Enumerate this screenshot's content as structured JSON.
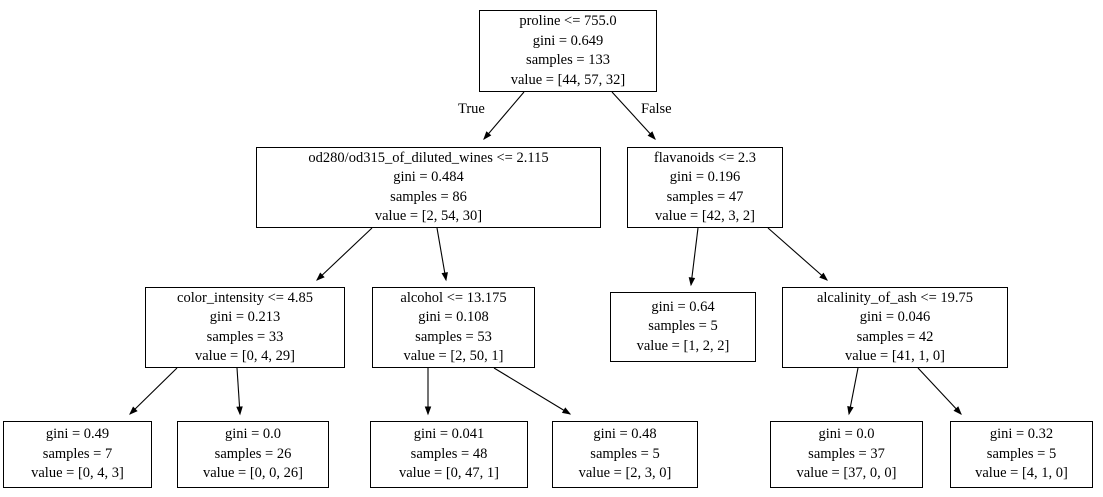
{
  "tree": {
    "edge_labels": {
      "true": "True",
      "false": "False"
    },
    "nodes": {
      "root": {
        "lines": [
          "proline <= 755.0",
          "gini = 0.649",
          "samples = 133",
          "value = [44, 57, 32]"
        ]
      },
      "od280": {
        "lines": [
          "od280/od315_of_diluted_wines <= 2.115",
          "gini = 0.484",
          "samples = 86",
          "value = [2, 54, 30]"
        ]
      },
      "flavanoids": {
        "lines": [
          "flavanoids <= 2.3",
          "gini = 0.196",
          "samples = 47",
          "value = [42, 3, 2]"
        ]
      },
      "color_intensity": {
        "lines": [
          "color_intensity <= 4.85",
          "gini = 0.213",
          "samples = 33",
          "value = [0, 4, 29]"
        ]
      },
      "alcohol": {
        "lines": [
          "alcohol <= 13.175",
          "gini = 0.108",
          "samples = 53",
          "value = [2, 50, 1]"
        ]
      },
      "leaf_mixed": {
        "lines": [
          "gini = 0.64",
          "samples = 5",
          "value = [1, 2, 2]"
        ]
      },
      "alcalinity_of_ash": {
        "lines": [
          "alcalinity_of_ash <= 19.75",
          "gini = 0.046",
          "samples = 42",
          "value = [41, 1, 0]"
        ]
      },
      "leaf1": {
        "lines": [
          "gini = 0.49",
          "samples = 7",
          "value = [0, 4, 3]"
        ]
      },
      "leaf2": {
        "lines": [
          "gini = 0.0",
          "samples = 26",
          "value = [0, 0, 26]"
        ]
      },
      "leaf3": {
        "lines": [
          "gini = 0.041",
          "samples = 48",
          "value = [0, 47, 1]"
        ]
      },
      "leaf4": {
        "lines": [
          "gini = 0.48",
          "samples = 5",
          "value = [2, 3, 0]"
        ]
      },
      "leaf5": {
        "lines": [
          "gini = 0.0",
          "samples = 37",
          "value = [37, 0, 0]"
        ]
      },
      "leaf6": {
        "lines": [
          "gini = 0.32",
          "samples = 5",
          "value = [4, 1, 0]"
        ]
      }
    },
    "colors": {
      "stroke": "#000000",
      "background": "#ffffff"
    }
  }
}
